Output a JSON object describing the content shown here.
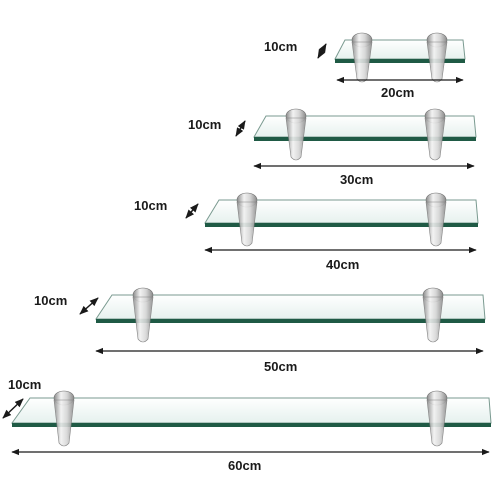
{
  "colors": {
    "glass_edge": "#1f5a45",
    "glass_face": "#e6f1ee",
    "bracket_light": "#f2f2f2",
    "bracket_dark": "#8a8a8a",
    "arrow": "#1a1a1a",
    "text": "#1a1a1a"
  },
  "shelves": [
    {
      "depth_label": "10cm",
      "width_label": "20cm"
    },
    {
      "depth_label": "10cm",
      "width_label": "30cm"
    },
    {
      "depth_label": "10cm",
      "width_label": "40cm"
    },
    {
      "depth_label": "10cm",
      "width_label": "50cm"
    },
    {
      "depth_label": "10cm",
      "width_label": "60cm"
    }
  ]
}
